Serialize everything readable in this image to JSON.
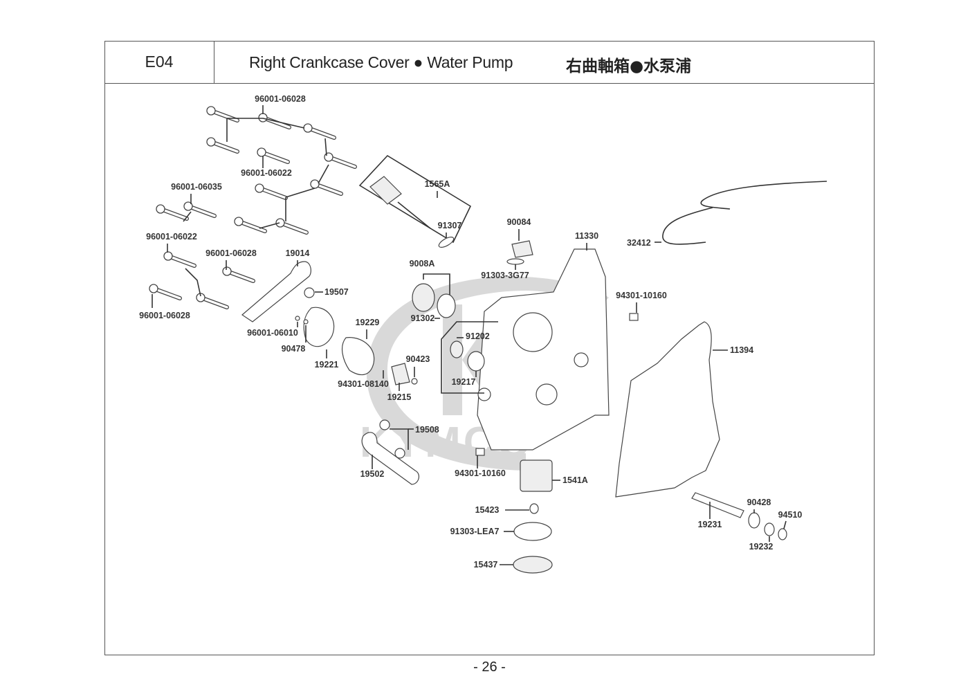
{
  "header": {
    "section_code": "E04",
    "title_en": "Right Crankcase Cover ● Water Pump",
    "title_zh": "右曲軸箱●水泵浦"
  },
  "watermark": "KYMCO",
  "parts": [
    {
      "id": "p1",
      "label": "96001-06028"
    },
    {
      "id": "p2",
      "label": "96001-06022"
    },
    {
      "id": "p3",
      "label": "96001-06035"
    },
    {
      "id": "p4",
      "label": "96001-06022"
    },
    {
      "id": "p5",
      "label": "96001-06028"
    },
    {
      "id": "p6",
      "label": "96001-06028"
    },
    {
      "id": "p7",
      "label": "19014"
    },
    {
      "id": "p8",
      "label": "19507"
    },
    {
      "id": "p9",
      "label": "96001-06010"
    },
    {
      "id": "p10",
      "label": "90478"
    },
    {
      "id": "p11",
      "label": "19221"
    },
    {
      "id": "p12",
      "label": "19229"
    },
    {
      "id": "p13",
      "label": "94301-08140"
    },
    {
      "id": "p14",
      "label": "19215"
    },
    {
      "id": "p15",
      "label": "90423"
    },
    {
      "id": "p16",
      "label": "1565A"
    },
    {
      "id": "p17",
      "label": "91307"
    },
    {
      "id": "p18",
      "label": "9008A"
    },
    {
      "id": "p19",
      "label": "91302"
    },
    {
      "id": "p20",
      "label": "91202"
    },
    {
      "id": "p21",
      "label": "19217"
    },
    {
      "id": "p22",
      "label": "90084"
    },
    {
      "id": "p23",
      "label": "91303-3G77"
    },
    {
      "id": "p24",
      "label": "11330"
    },
    {
      "id": "p25",
      "label": "32412"
    },
    {
      "id": "p26",
      "label": "94301-10160"
    },
    {
      "id": "p27",
      "label": "11394"
    },
    {
      "id": "p28",
      "label": "19508"
    },
    {
      "id": "p29",
      "label": "19502"
    },
    {
      "id": "p30",
      "label": "94301-10160"
    },
    {
      "id": "p31",
      "label": "1541A"
    },
    {
      "id": "p32",
      "label": "15423"
    },
    {
      "id": "p33",
      "label": "91303-LEA7"
    },
    {
      "id": "p34",
      "label": "15437"
    },
    {
      "id": "p35",
      "label": "19231"
    },
    {
      "id": "p36",
      "label": "90428"
    },
    {
      "id": "p37",
      "label": "19232"
    },
    {
      "id": "p38",
      "label": "94510"
    }
  ],
  "footer": {
    "page_number": "- 26 -"
  }
}
